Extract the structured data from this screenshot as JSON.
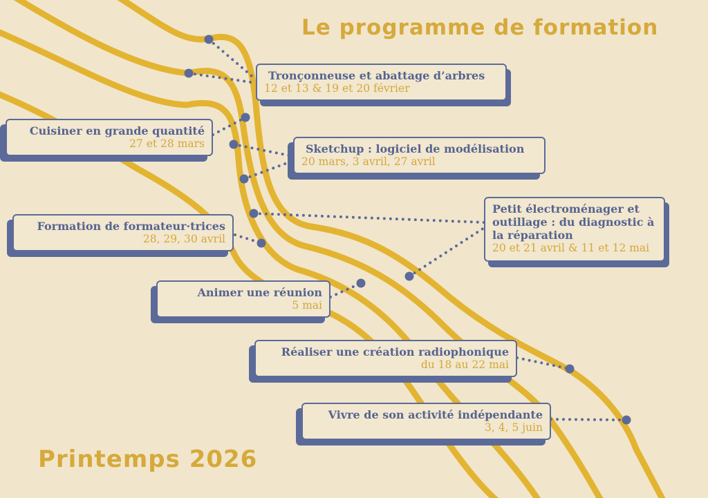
{
  "title": "Le programme de formation",
  "season": "Printemps 2026",
  "colors": {
    "background": "#f1e6cc",
    "accent": "#e3b431",
    "ink": "#5b6a99",
    "date": "#d4a73a"
  },
  "trainings": [
    {
      "title": "Tronçonneuse et abattage d’arbres",
      "dates": "12 et 13 & 19 et 20 février"
    },
    {
      "title": "Cuisiner en grande quantité",
      "dates": "27 et 28 mars"
    },
    {
      "title": "Sketchup : logiciel de modélisation",
      "dates": "20 mars, 3 avril, 27 avril"
    },
    {
      "title": "Formation de formateur·trices",
      "dates": "28, 29, 30 avril"
    },
    {
      "title": "Petit électroménager  et outillage : du diagnostic à la réparation",
      "dates": "20 et 21 avril & 11 et 12 mai"
    },
    {
      "title": "Animer une réunion",
      "dates": "5 mai"
    },
    {
      "title": "Réaliser une création radiophonique",
      "dates": "du 18 au 22 mai"
    },
    {
      "title": "Vivre de son activité indépendante",
      "dates": "3, 4, 5 juin"
    }
  ]
}
